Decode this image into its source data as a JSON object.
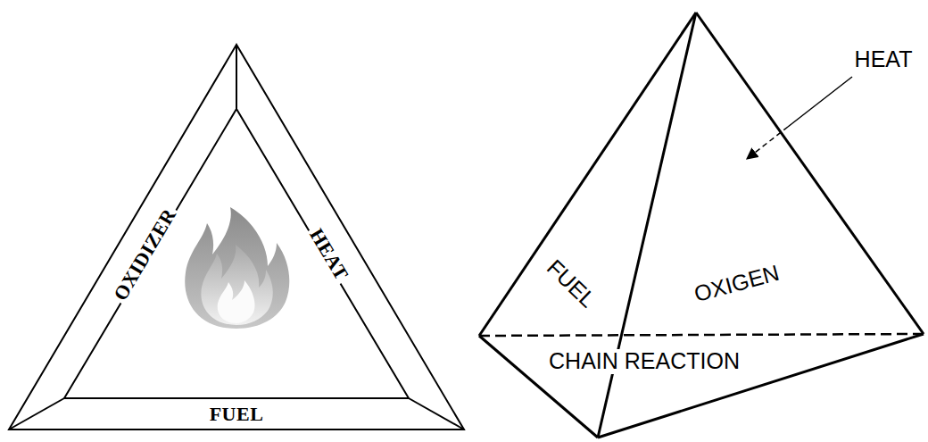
{
  "diagram": {
    "labels": [
      "OXIDIZER",
      "HEAT",
      "FUEL",
      "HEAT",
      "FUEL",
      "OXIGEN",
      "CHAIN REACTION"
    ]
  }
}
